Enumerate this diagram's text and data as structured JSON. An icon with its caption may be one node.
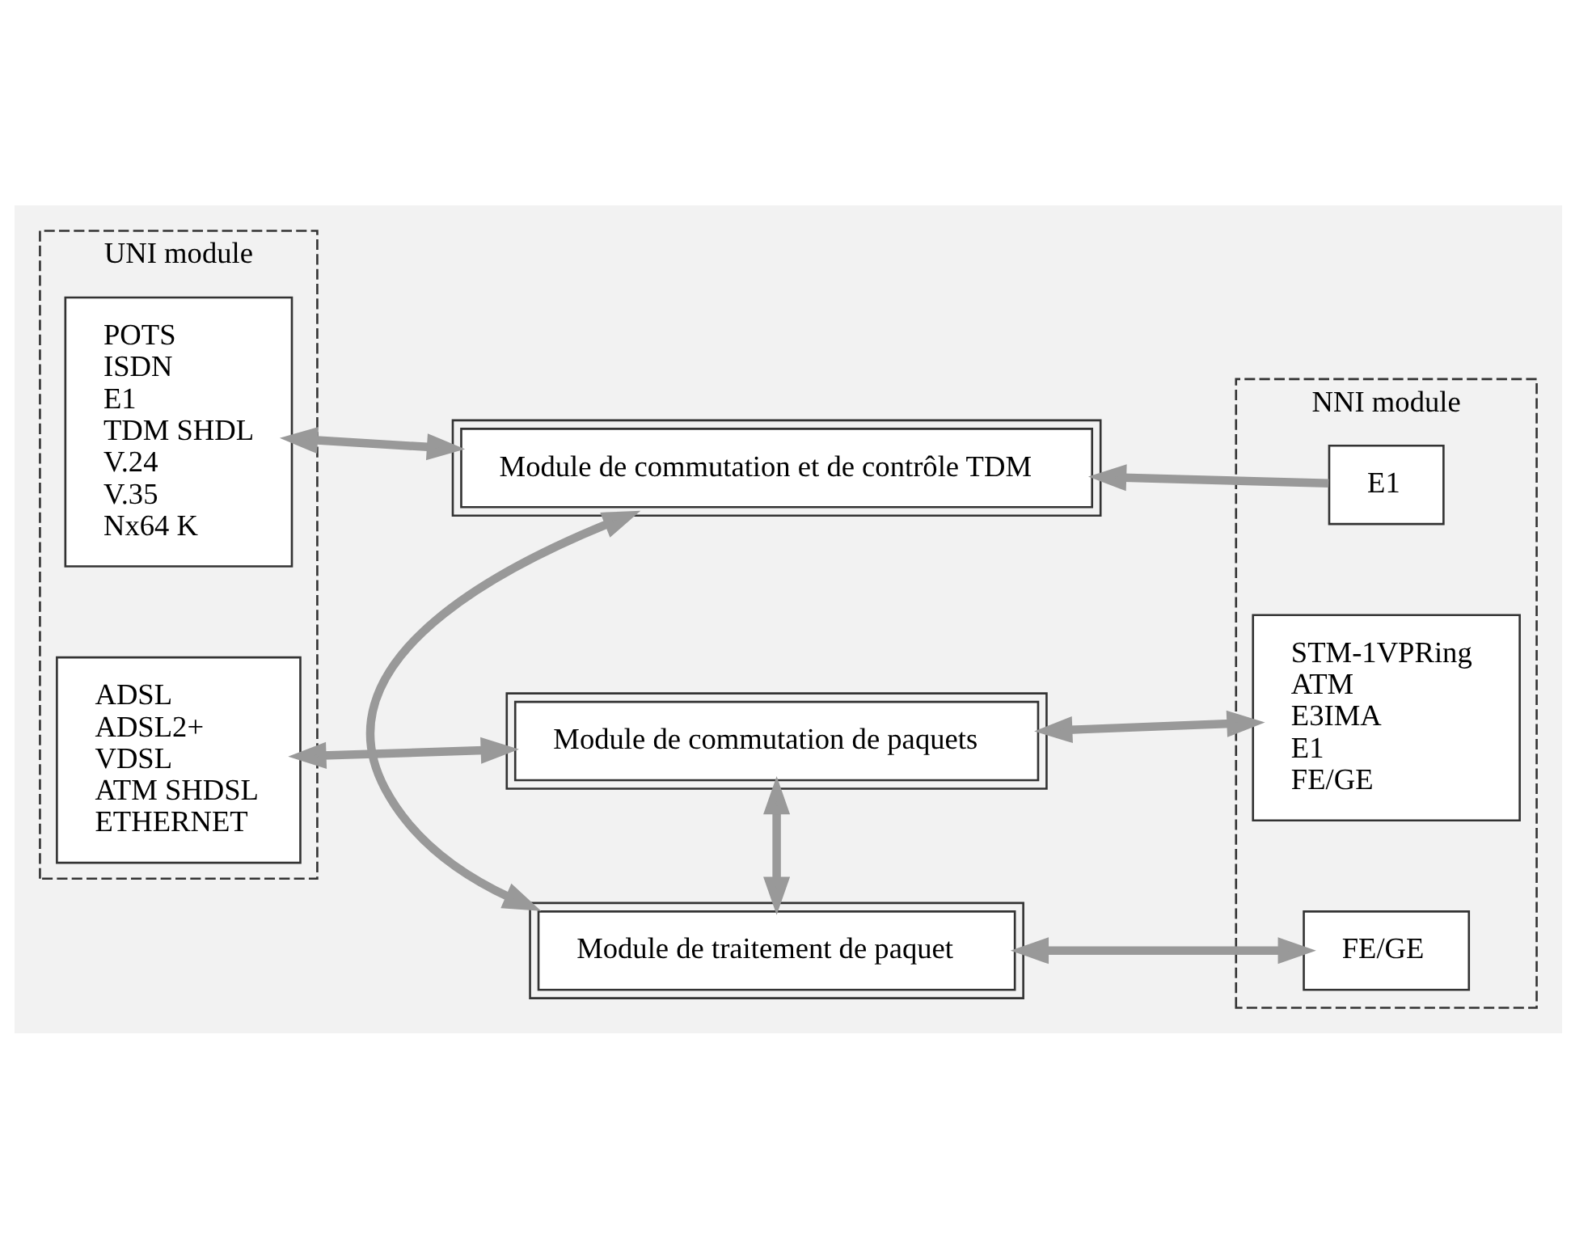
{
  "diagram": {
    "nodes": [
      {
        "text": [
          "UNI module"
        ]
      },
      {
        "text": [
          "POTS",
          "ISDN",
          "E1",
          "TDM SHDL",
          "V.24",
          "V.35",
          "Nx64 K"
        ],
        "in": 0
      },
      {
        "text": [
          "ADSL",
          "ADSL2+",
          "VDSL",
          "ATM SHDSL",
          "ETHERNET"
        ],
        "in": 0
      },
      {
        "text": [
          "Module de commutation et de contrôle TDM"
        ]
      },
      {
        "text": [
          "Module de traitement de paquet"
        ]
      },
      {
        "text": [
          "Module de commutation de paquets"
        ]
      },
      {
        "text": [
          "NNI module"
        ]
      },
      {
        "text": [
          "E1"
        ],
        "in": 6
      },
      {
        "text": [
          "FE/GE"
        ],
        "in": 6
      },
      {
        "text": [
          "STM-1VPRing",
          "ATM",
          "E3IMA",
          "E1",
          "FE/GE"
        ],
        "in": 6
      }
    ],
    "edges": [
      {
        "from": 1,
        "to": 3,
        "arrow": "both"
      },
      {
        "from": 7,
        "to": 3,
        "arrow": "to"
      },
      {
        "from": 3,
        "to": 4,
        "arrow": "both"
      },
      {
        "from": 4,
        "to": 8,
        "arrow": "both"
      },
      {
        "from": 4,
        "to": 5,
        "arrow": "both"
      },
      {
        "from": 2,
        "to": 5,
        "arrow": "both"
      },
      {
        "from": 5,
        "to": 9,
        "arrow": "both"
      }
    ]
  }
}
